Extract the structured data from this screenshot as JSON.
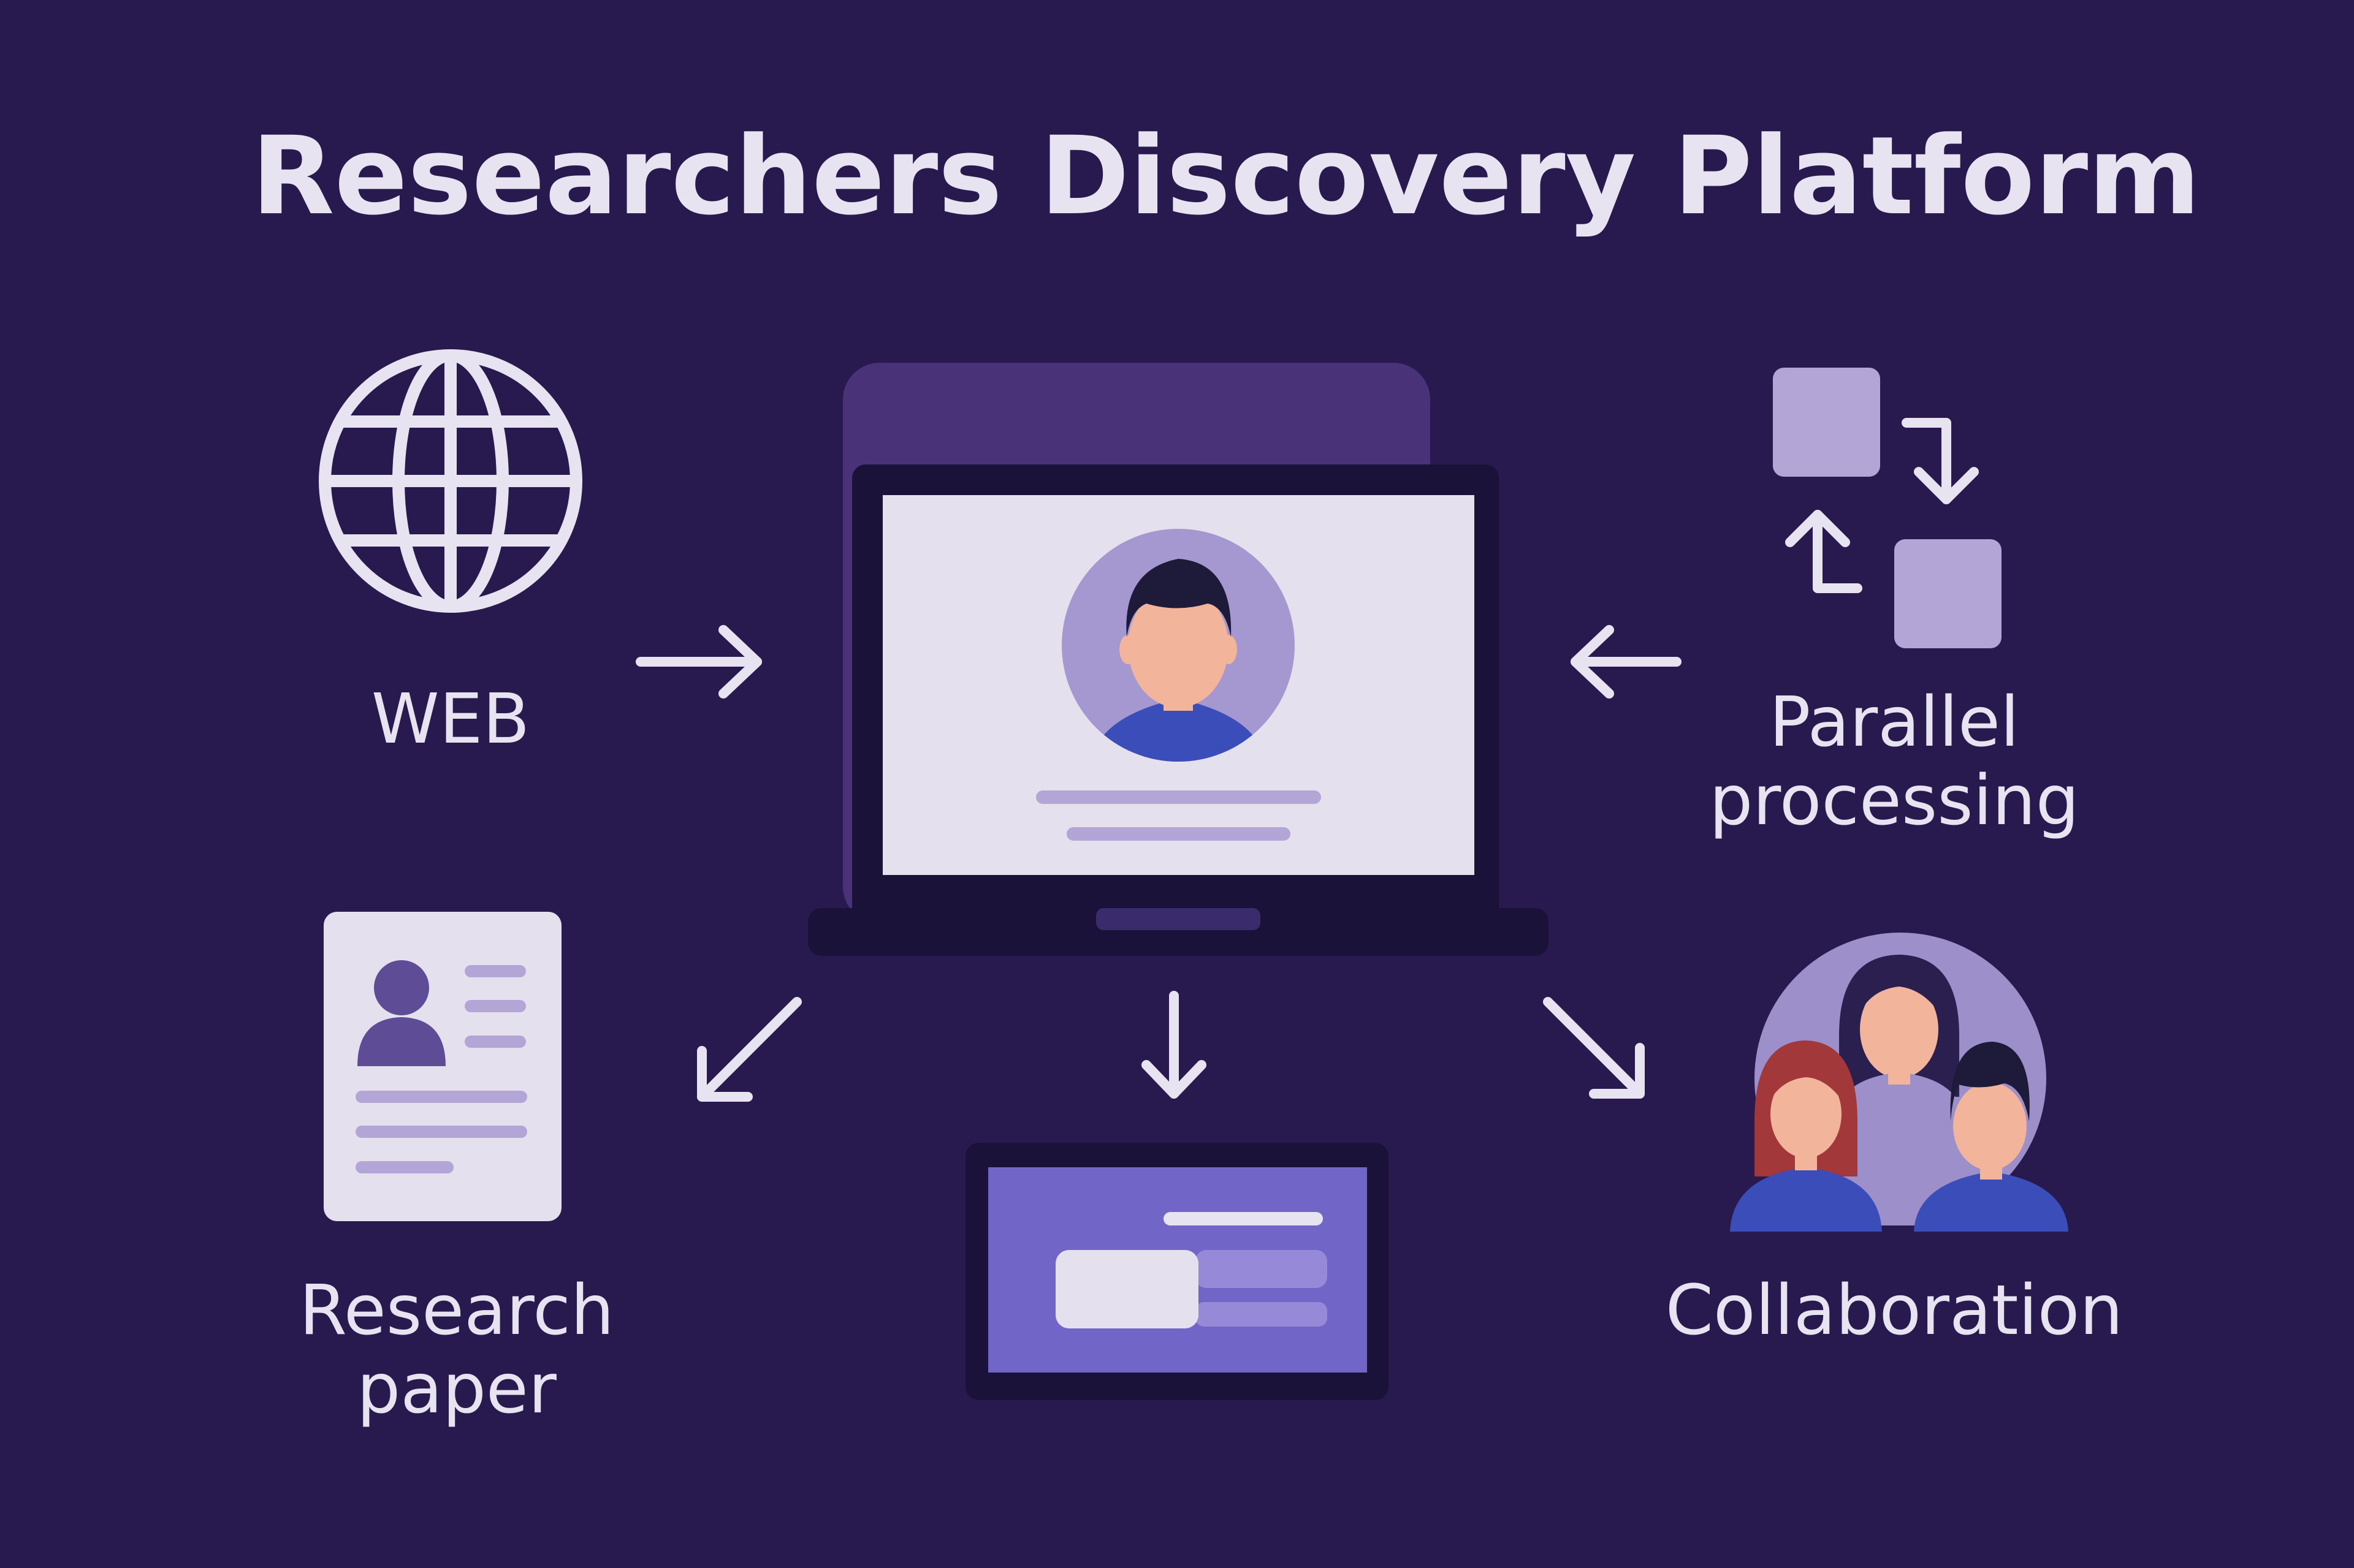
{
  "title": "Researchers Discovery Platform",
  "nodes": {
    "web": {
      "label": "WEB"
    },
    "parallel": {
      "line1": "Parallel",
      "line2": "processing"
    },
    "research": {
      "line1": "Research",
      "line2": "paper"
    },
    "collaboration": {
      "label": "Collaboration"
    }
  },
  "colors": {
    "background": "#28194f",
    "text": "#e8e3f1",
    "light_purple": "#b3a6d6",
    "mid_purple": "#7a68c7",
    "dark_navy": "#1a1239",
    "screen": "#e5e0ee",
    "blue_shirt": "#3b4db8",
    "skin": "#f2b49a",
    "hair_dark": "#1e1a3a",
    "hair_red": "#a2383a"
  }
}
